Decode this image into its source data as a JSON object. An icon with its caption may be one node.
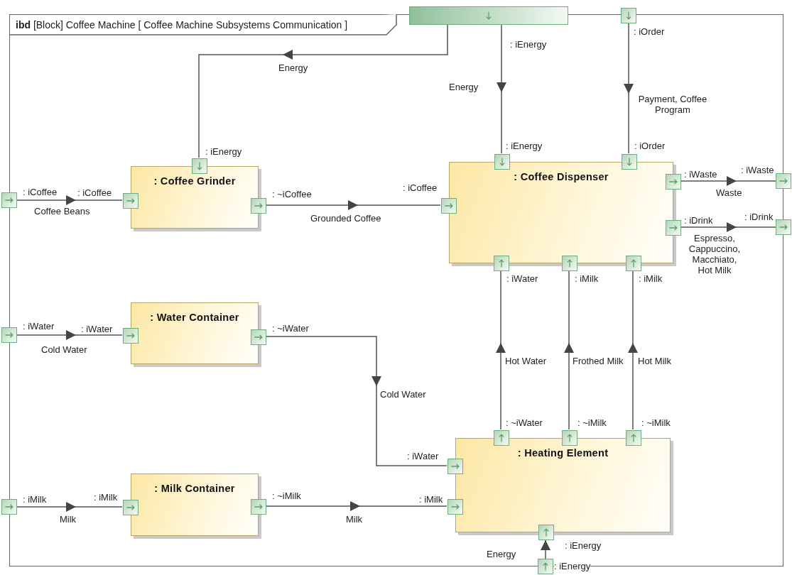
{
  "diagram": {
    "nodes": [
      {
        "text": [
          "**ibd** [Block] Coffee Machine [ Coffee Machine Subsystems Communication ]"
        ]
      },
      {
        "text": [
          ": Coffee Grinder"
        ],
        "in": 0
      },
      {
        "text": [
          ": Coffee Dispenser"
        ],
        "in": 0
      },
      {
        "text": [
          ": Water Container"
        ],
        "in": 0
      },
      {
        "text": [
          ": Milk Container"
        ],
        "in": 0
      },
      {
        "text": [
          ": Heating Element"
        ],
        "in": 0
      },
      {
        "text": [],
        "shape": "box",
        "beside": [
          ": iEnergy"
        ]
      },
      {
        "text": [],
        "shape": "box",
        "beside": [
          ": iOrder"
        ]
      },
      {
        "text": [],
        "shape": "box",
        "beside": [
          ": iCoffee"
        ]
      },
      {
        "text": [],
        "shape": "box",
        "beside": [
          ": iWater"
        ]
      },
      {
        "text": [],
        "shape": "box",
        "beside": [
          ": iMilk"
        ]
      },
      {
        "text": [],
        "shape": "box",
        "beside": [
          ": iWaste"
        ]
      },
      {
        "text": [],
        "shape": "box",
        "beside": [
          ": iDrink"
        ]
      },
      {
        "text": [],
        "shape": "box",
        "beside": [
          ": iEnergy"
        ]
      },
      {
        "text": [],
        "shape": "box",
        "beside": [
          ": iEnergy"
        ],
        "in": 0
      },
      {
        "text": [],
        "shape": "box",
        "beside": [
          ": iCoffee"
        ],
        "in": 0
      },
      {
        "text": [],
        "shape": "box",
        "beside": [
          ": ~iCoffee"
        ],
        "in": 0
      },
      {
        "text": [],
        "shape": "box",
        "beside": [
          ": iEnergy"
        ],
        "in": 0
      },
      {
        "text": [],
        "shape": "box",
        "beside": [
          ": iOrder"
        ],
        "in": 0
      },
      {
        "text": [],
        "shape": "box",
        "beside": [
          ": iCoffee"
        ],
        "in": 0
      },
      {
        "text": [],
        "shape": "box",
        "beside": [
          ": iWaste"
        ],
        "in": 0
      },
      {
        "text": [],
        "shape": "box",
        "beside": [
          ": iDrink"
        ],
        "in": 0
      },
      {
        "text": [],
        "shape": "box",
        "beside": [
          ": iWater"
        ],
        "in": 0
      },
      {
        "text": [],
        "shape": "box",
        "beside": [
          ": iMilk"
        ],
        "in": 0
      },
      {
        "text": [],
        "shape": "box",
        "beside": [
          ": iMilk"
        ],
        "in": 0
      },
      {
        "text": [],
        "shape": "box",
        "beside": [
          ": iWater"
        ],
        "in": 0
      },
      {
        "text": [],
        "shape": "box",
        "beside": [
          ": ~iWater"
        ],
        "in": 0
      },
      {
        "text": [],
        "shape": "box",
        "beside": [
          ": iMilk"
        ],
        "in": 0
      },
      {
        "text": [],
        "shape": "box",
        "beside": [
          ": ~iMilk"
        ],
        "in": 0
      },
      {
        "text": [],
        "shape": "box",
        "beside": [
          ": ~iWater"
        ],
        "in": 0
      },
      {
        "text": [],
        "shape": "box",
        "beside": [
          ": ~iMilk"
        ],
        "in": 0
      },
      {
        "text": [],
        "shape": "box",
        "beside": [
          ": ~iMilk"
        ],
        "in": 0
      },
      {
        "text": [],
        "shape": "box",
        "beside": [
          ": iWater"
        ],
        "in": 0
      },
      {
        "text": [],
        "shape": "box",
        "beside": [
          ": iMilk"
        ],
        "in": 0
      },
      {
        "text": [],
        "shape": "box",
        "beside": [
          ": iEnergy"
        ],
        "in": 0
      }
    ],
    "edges": [
      {
        "from": 6,
        "to": 14,
        "arrow": "to",
        "label": "Energy"
      },
      {
        "from": 6,
        "to": 17,
        "arrow": "to",
        "label": "Energy"
      },
      {
        "from": 7,
        "to": 18,
        "arrow": "to",
        "label": "Payment, Coffee Program"
      },
      {
        "from": 8,
        "to": 15,
        "arrow": "to",
        "label": "Coffee Beans"
      },
      {
        "from": 16,
        "to": 19,
        "arrow": "to",
        "label": "Grounded Coffee"
      },
      {
        "from": 20,
        "to": 11,
        "arrow": "to",
        "label": "Waste"
      },
      {
        "from": 21,
        "to": 12,
        "arrow": "to",
        "label": "Espresso, Cappuccino, Macchiato, Hot Milk"
      },
      {
        "from": 9,
        "to": 25,
        "arrow": "to",
        "label": "Cold Water"
      },
      {
        "from": 26,
        "to": 32,
        "arrow": "to",
        "label": "Cold Water"
      },
      {
        "from": 10,
        "to": 27,
        "arrow": "to",
        "label": "Milk"
      },
      {
        "from": 28,
        "to": 33,
        "arrow": "to",
        "label": "Milk"
      },
      {
        "from": 29,
        "to": 22,
        "arrow": "to",
        "label": "Hot Water"
      },
      {
        "from": 30,
        "to": 23,
        "arrow": "to",
        "label": "Frothed Milk"
      },
      {
        "from": 31,
        "to": 24,
        "arrow": "to",
        "label": "Hot Milk"
      },
      {
        "from": 13,
        "to": 34,
        "arrow": "to",
        "label": "Energy"
      }
    ]
  }
}
